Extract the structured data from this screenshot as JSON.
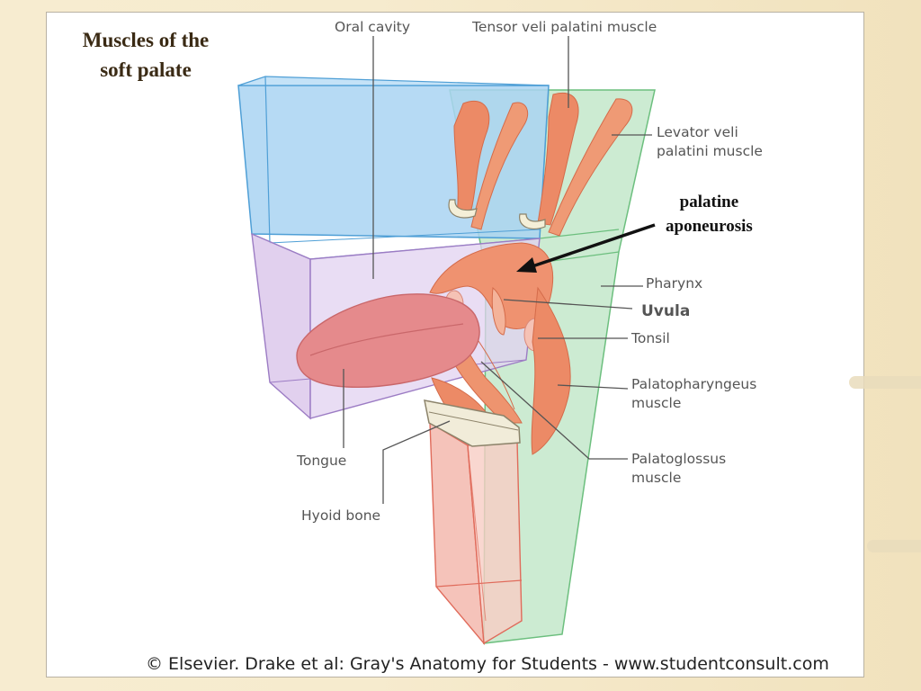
{
  "title": {
    "line1": "Muscles of the",
    "line2": "soft palate"
  },
  "labels": {
    "oral_cavity": "Oral cavity",
    "tensor_veli": "Tensor veli palatini muscle",
    "levator_veli": {
      "line1": "Levator veli",
      "line2": "palatini muscle"
    },
    "palatine_aponeurosis": {
      "line1": "palatine",
      "line2": "aponeurosis"
    },
    "pharynx": "Pharynx",
    "uvula": "Uvula",
    "tonsil": "Tonsil",
    "palatopharyngeus": {
      "line1": "Palatopharyngeus",
      "line2": "muscle"
    },
    "palatoglossus": {
      "line1": "Palatoglossus",
      "line2": "muscle"
    },
    "tongue": "Tongue",
    "hyoid_bone": "Hyoid bone"
  },
  "footer": "© Elsevier. Drake et al: Gray's Anatomy for Students - www.studentconsult.com",
  "colors": {
    "oral_cavity_fill": "#a9d4f2",
    "pharynx_fill": "#bfe6c7",
    "lower_box_fill": "#d9c4ea",
    "larynx_fill": "#f3b9ae",
    "muscle": "#ec8a66",
    "tongue": "#e58a8c",
    "arrow": "#111111"
  }
}
